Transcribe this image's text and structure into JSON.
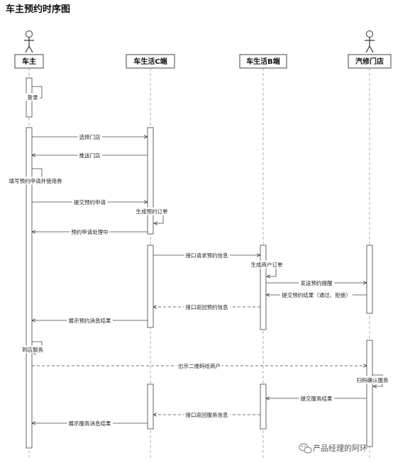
{
  "title": "车主预约时序图",
  "participants": [
    {
      "id": "owner",
      "name": "车主",
      "actor": true
    },
    {
      "id": "c_end",
      "name": "车生活C端",
      "actor": false
    },
    {
      "id": "b_end",
      "name": "车生活B端",
      "actor": false
    },
    {
      "id": "shop",
      "name": "汽修门店",
      "actor": true
    }
  ],
  "messages": [
    {
      "from": "owner",
      "to": "owner",
      "label": "登录",
      "dashed": false
    },
    {
      "from": "owner",
      "to": "c_end",
      "label": "选择门店",
      "dashed": false
    },
    {
      "from": "c_end",
      "to": "owner",
      "label": "推送门店",
      "dashed": false
    },
    {
      "from": "owner",
      "to": "owner",
      "label": "填写预约申请并使用券",
      "dashed": false
    },
    {
      "from": "owner",
      "to": "c_end",
      "label": "提交预约申请",
      "dashed": false
    },
    {
      "from": "c_end",
      "to": "c_end",
      "label": "生成预约订单",
      "dashed": false
    },
    {
      "from": "c_end",
      "to": "owner",
      "label": "预约申请处理中",
      "dashed": false
    },
    {
      "from": "c_end",
      "to": "b_end",
      "label": "接口请求预约信息",
      "dashed": false
    },
    {
      "from": "b_end",
      "to": "b_end",
      "label": "生成商户订单",
      "dashed": false
    },
    {
      "from": "b_end",
      "to": "shop",
      "label": "发送预约提醒",
      "dashed": false
    },
    {
      "from": "shop",
      "to": "b_end",
      "label": "提交预约结果（通过、拒绝）",
      "dashed": false
    },
    {
      "from": "b_end",
      "to": "c_end",
      "label": "接口返回预约信息",
      "dashed": true
    },
    {
      "from": "c_end",
      "to": "owner",
      "label": "展示预约消息结果",
      "dashed": false
    },
    {
      "from": "owner",
      "to": "owner",
      "label": "到店服务",
      "dashed": false
    },
    {
      "from": "owner",
      "to": "shop",
      "label": "出示二维码给商户",
      "dashed": true
    },
    {
      "from": "shop",
      "to": "shop",
      "label": "扫码确认服务",
      "dashed": false
    },
    {
      "from": "shop",
      "to": "b_end",
      "label": "提交服务结果",
      "dashed": false
    },
    {
      "from": "b_end",
      "to": "c_end",
      "label": "接口返回服务信息",
      "dashed": true
    },
    {
      "from": "c_end",
      "to": "owner",
      "label": "展示服务消息结果",
      "dashed": false
    }
  ],
  "watermark": "产品经理的阿环"
}
